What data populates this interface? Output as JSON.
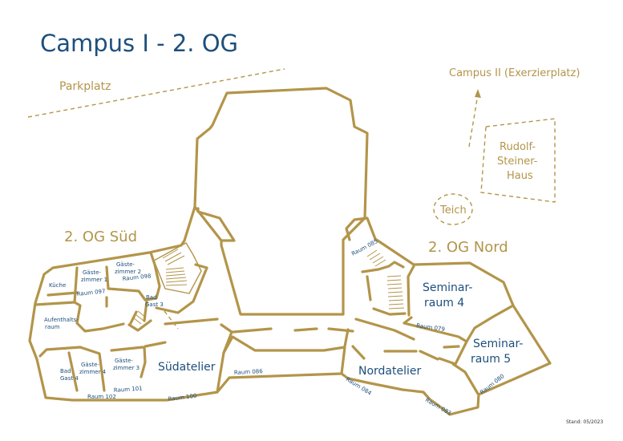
{
  "title": "Campus I - 2. OG",
  "labels": {
    "parkplatz": "Parkplatz",
    "campus2": "Campus II (Exerzierplatz)",
    "rudolf1": "Rudolf-",
    "rudolf2": "Steiner-",
    "rudolf3": "Haus",
    "teich": "Teich",
    "og_sued": "2. OG Süd",
    "og_nord": "2. OG Nord",
    "seminar4_1": "Seminar-",
    "seminar4_2": "raum 4",
    "seminar5_1": "Seminar-",
    "seminar5_2": "raum 5",
    "suedatelier": "Südatelier",
    "nordatelier": "Nordatelier",
    "kueche": "Küche",
    "gaeste1_1": "Gäste-",
    "gaeste1_2": "zimmer 1",
    "gaeste2_1": "Gäste-",
    "gaeste2_2": "zimmer 2",
    "gaeste3_1": "Gäste-",
    "gaeste3_2": "zimmer 3",
    "gaeste4_1": "Gäste-",
    "gaeste4_2": "zimmer 4",
    "bad3_1": "Bad",
    "bad3_2": "Gast 3",
    "bad4_1": "Bad",
    "bad4_2": "Gast 4",
    "aufenthalt1": "Aufenthalts-",
    "aufenthalt2": "raum",
    "stand": "Stand: 05/2023"
  },
  "rooms": {
    "r097": "Raum 097",
    "r098": "Raum 098",
    "r102": "Raum 102",
    "r101": "Raum 101",
    "r100": "Raum 100",
    "r086": "Raum 086",
    "r085": "Raum 085",
    "r079": "Raum 079",
    "r080": "Raum 080",
    "r084": "Raum 084",
    "r083": "Raum 083"
  },
  "colors": {
    "wall": "#b3954a",
    "title": "#1d4f7c",
    "room_number": "#1d4f7c",
    "label": "#b3954a",
    "room_name": "#1d4f7c"
  }
}
